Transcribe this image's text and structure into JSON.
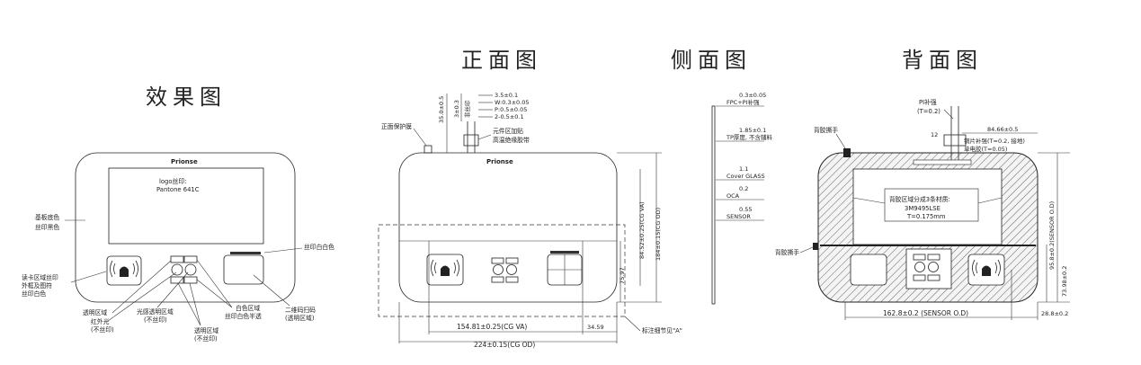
{
  "titles": {
    "effect": "效果图",
    "front": "正面图",
    "side": "侧面图",
    "back": "背面图"
  },
  "effect_view": {
    "brand": "Prionse",
    "logo_print": "logo丝印:",
    "pantone": "Pantone 641C",
    "ann_base_color": [
      "基板底色",
      "丝印黑色"
    ],
    "ann_card_area": [
      "读卡区域丝印",
      "外框及图符",
      "丝印白色"
    ],
    "ann_transparent_area": "透明区域",
    "ann_infrared": [
      "红外光",
      "(不丝印)"
    ],
    "ann_light_sense": [
      "光感透明区域",
      "(不丝印)"
    ],
    "ann_transparent_no_print": [
      "透明区域",
      "(不丝印)"
    ],
    "ann_white_semi": "白色区域",
    "ann_white_semi2": "丝印白色半透",
    "ann_silk_white": "丝印白白色",
    "ann_qr": [
      "二维码扫码",
      "(透明区域)"
    ]
  },
  "front_view": {
    "brand": "Prionse",
    "protect_film": "正面保护膜",
    "dim_355": "35.0±0.5",
    "dim_3": "3±0.3",
    "label_fpc": "非丝印",
    "dim_stack": [
      "3.5±0.1",
      "W:0.3±0.05",
      "P:0.5±0.05",
      "2-0.5±0.1"
    ],
    "component_note": [
      "元件区加贴",
      "高温绝缘胶带"
    ],
    "dim_va_h": "84.52±0.25(CG VA)",
    "dim_od_h": "184±0.15(CG OD)",
    "dim_7597": "75.97",
    "dim_va_w": "154.81±0.25(CG VA)",
    "dim_3459": "34.59",
    "dim_od_w": "224±0.15(CG OD)",
    "detail_a": "标注细节见\"A\""
  },
  "side_view": {
    "layers": [
      {
        "dim": "0.3±0.05",
        "label": "FPC+PI补强"
      },
      {
        "dim": "1.85±0.1",
        "label": "TP厚度, 不含辅料"
      },
      {
        "dim": "1.1",
        "label": "Cover GLASS"
      },
      {
        "dim": "0.2",
        "label": "OCA"
      },
      {
        "dim": "0.55",
        "label": "SENSOR"
      }
    ]
  },
  "back_view": {
    "pi_stiff": [
      "PI补强",
      "(T=0.2)"
    ],
    "back_tape_top": "背胶撕手",
    "back_tape_bottom": "背胶撕手",
    "dim_8466": "84.66±0.5",
    "dim_12": "12",
    "copper_note": [
      "铜片补强(T=0.2, 接地)",
      "单电胶(T=0.05)"
    ],
    "adhesive_note": [
      "背胶区域分成3条材质:",
      "3M9495LSE",
      "T=0.175mm"
    ],
    "dim_sensor_h": "95.8±0.2(SENSOR O.D)",
    "dim_7398": "73.98±0.2",
    "dim_sensor_w": "162.8±0.2 (SENSOR O.D)",
    "dim_288": "28.8±0.2"
  }
}
